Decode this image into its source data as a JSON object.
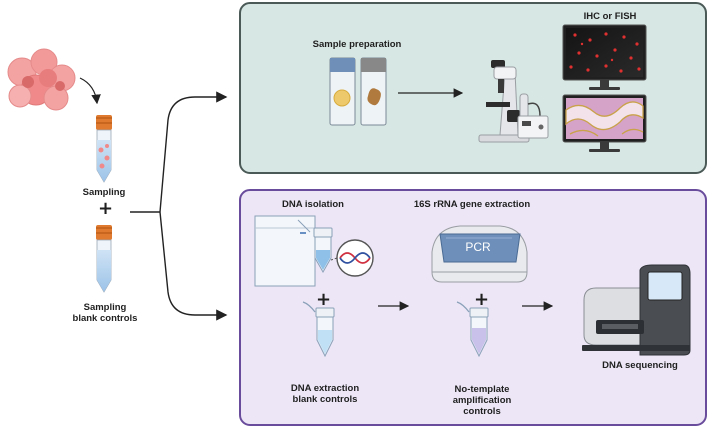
{
  "labels": {
    "sampling": "Sampling",
    "plus": "+",
    "sampling_blank_line1": "Sampling",
    "sampling_blank_line2": "blank controls",
    "sample_preparation": "Sample preparation",
    "ihc_fish": "IHC or FISH",
    "dna_isolation": "DNA isolation",
    "rrna_extraction": "16S rRNA gene extraction",
    "pcr": "PCR",
    "dna_extraction_line1": "DNA extraction",
    "dna_extraction_line2": "blank controls",
    "no_template_line1": "No-template",
    "no_template_line2": "amplification",
    "no_template_line3": "controls",
    "dna_sequencing": "DNA sequencing"
  },
  "colors": {
    "top_panel_fill": "#d7e7e3",
    "top_panel_border": "#4b5a57",
    "bottom_panel_fill": "#ece6f6",
    "bottom_panel_border": "#6a4c9c",
    "tube_cap": "#e07a2e",
    "cell": "#f08a8a",
    "fish_dot": "#e03030",
    "dna_strand_a": "#d03040",
    "dna_strand_b": "#3050a0"
  }
}
